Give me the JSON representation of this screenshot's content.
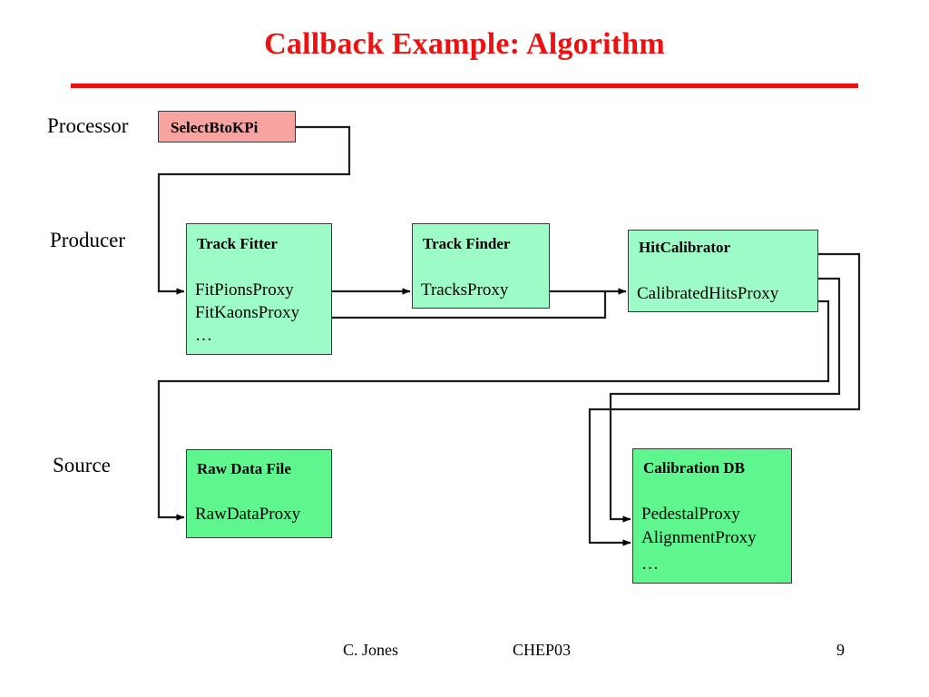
{
  "slide": {
    "title": "Callback Example: Algorithm",
    "title_color": "#ee1111",
    "background_color": "#ffffff"
  },
  "row_labels": {
    "processor": "Processor",
    "producer": "Producer",
    "source": "Source"
  },
  "nodes": [
    {
      "id": "selectbtokpi",
      "title": "SelectBtoKPi",
      "proxies": [],
      "fill": "#f7a3a0",
      "role": "processor"
    },
    {
      "id": "trackfitter",
      "title": "Track Fitter",
      "proxies": [
        "FitPionsProxy",
        "FitKaonsProxy",
        "…"
      ],
      "fill": "#9dfbc8",
      "role": "producer"
    },
    {
      "id": "trackfinder",
      "title": "Track Finder",
      "proxies": [
        "TracksProxy"
      ],
      "fill": "#9dfbc8",
      "role": "producer"
    },
    {
      "id": "hitcalibrator",
      "title": "HitCalibrator",
      "proxies": [
        "CalibratedHitsProxy"
      ],
      "fill": "#9dfbc8",
      "role": "producer"
    },
    {
      "id": "rawdatafile",
      "title": "Raw Data File",
      "proxies": [
        "RawDataProxy"
      ],
      "fill": "#5ff58f",
      "role": "source"
    },
    {
      "id": "calibrationdb",
      "title": "Calibration DB",
      "proxies": [
        "PedestalProxy",
        "AlignmentProxy",
        "…"
      ],
      "fill": "#5ff58f",
      "role": "source"
    }
  ],
  "connections": [
    {
      "from": "selectbtokpi",
      "to": "trackfitter.FitPionsProxy"
    },
    {
      "from": "trackfitter.FitPionsProxy",
      "to": "trackfinder.TracksProxy"
    },
    {
      "from": "trackfinder.TracksProxy",
      "to": "hitcalibrator.CalibratedHitsProxy"
    },
    {
      "from": "trackfitter.FitKaonsProxy",
      "to": "hitcalibrator.CalibratedHitsProxy"
    },
    {
      "from": "hitcalibrator",
      "to": "rawdatafile.RawDataProxy"
    },
    {
      "from": "hitcalibrator",
      "to": "calibrationdb.PedestalProxy"
    },
    {
      "from": "hitcalibrator",
      "to": "calibrationdb.AlignmentProxy"
    }
  ],
  "footer": {
    "author": "C. Jones",
    "event": "CHEP03",
    "page": "9"
  }
}
